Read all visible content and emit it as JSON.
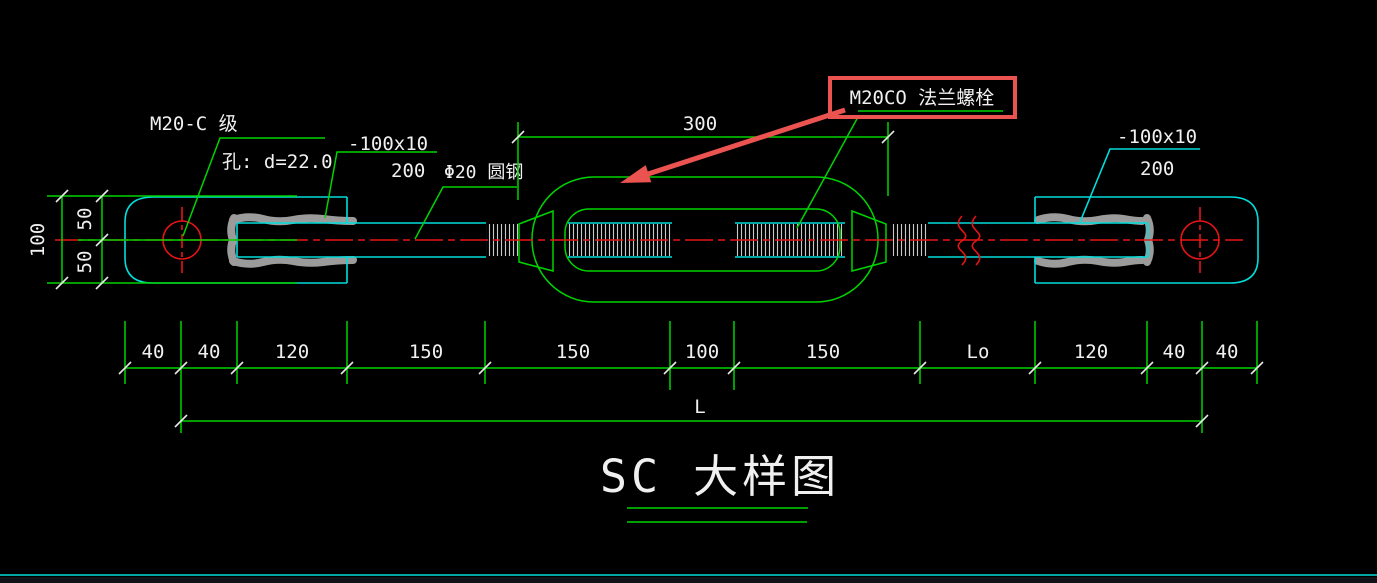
{
  "drawing": {
    "title": "SC 大样图",
    "callout": {
      "text": "M20CO  法兰螺栓"
    },
    "annotations": {
      "bolt_grade": "M20-C 级",
      "hole_note": "孔: d=22.0",
      "left_plate_size": "-100x10",
      "left_plate_len": "200",
      "rod_spec": "Φ20 圆钢",
      "body_length": "300",
      "right_plate_size": "-100x10",
      "right_plate_len": "200"
    },
    "dims": {
      "chain": [
        "40",
        "40",
        "120",
        "150",
        "150",
        "100",
        "150",
        "Lo",
        "120",
        "40",
        "40"
      ],
      "overall": "L",
      "height_total": "100",
      "height_upper": "50",
      "height_lower": "50"
    },
    "colors": {
      "background": "#000000",
      "line_green": "#00d400",
      "line_cyan": "#00dede",
      "centerline_red": "#e81414",
      "highlight_red": "#ea5350",
      "text_white": "#f0f0f0",
      "weld_gray": "#9b9b9b"
    }
  }
}
